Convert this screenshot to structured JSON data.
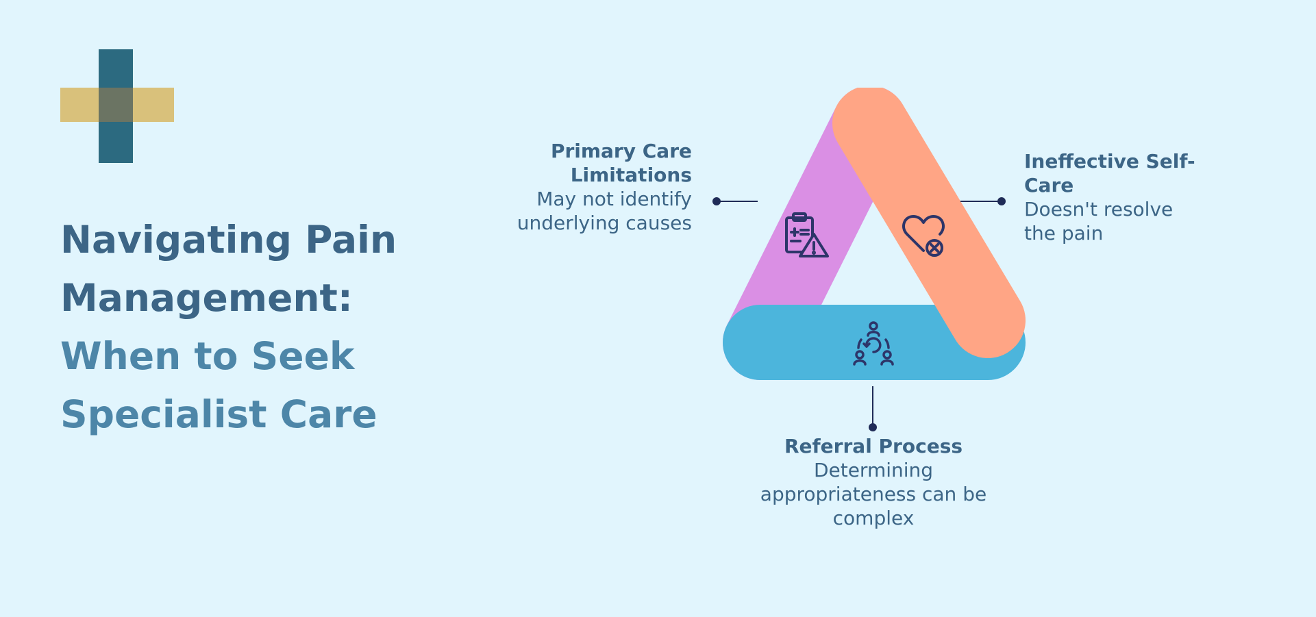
{
  "title": {
    "line1": "Navigating Pain",
    "line2": "Management:",
    "line3": "When to Seek",
    "line4": "Specialist Care"
  },
  "nodes": [
    {
      "heading": "Primary Care Limitations",
      "description": "May not identify underlying causes",
      "icon": "clipboard-warning-icon",
      "color": "#da8fe4"
    },
    {
      "heading": "Ineffective Self-Care",
      "description": "Doesn't resolve the pain",
      "icon": "heart-x-icon",
      "color": "#ffa585"
    },
    {
      "heading": "Referral Process",
      "description": "Determining appropriateness can be complex",
      "icon": "referral-cycle-icon",
      "color": "#4cb5dc"
    }
  ],
  "colors": {
    "background": "#e1f5fd",
    "title_dark": "#3c6586",
    "title_light": "#4d86a8",
    "logo_teal": "#2c6a80",
    "logo_gold": "#d8bb6d",
    "icon": "#2d3569"
  }
}
